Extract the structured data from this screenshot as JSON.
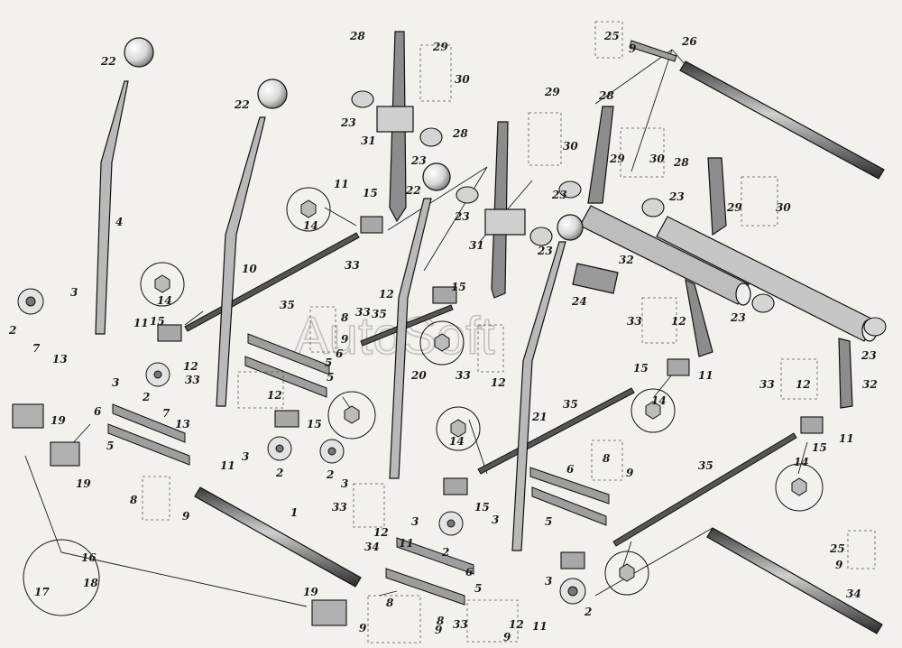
{
  "watermark": "AutoSoft",
  "colors": {
    "ink": "#1b1b1b",
    "paper": "#f2f1ed",
    "shade": "#6a6a6a"
  },
  "callouts": [
    {
      "id": "c22a",
      "text": "22"
    },
    {
      "id": "c22b",
      "text": "22"
    },
    {
      "id": "c22c",
      "text": "22"
    },
    {
      "id": "c28a",
      "text": "28"
    },
    {
      "id": "c28b",
      "text": "28"
    },
    {
      "id": "c28c",
      "text": "28"
    },
    {
      "id": "c28d",
      "text": "28"
    },
    {
      "id": "c29a",
      "text": "29"
    },
    {
      "id": "c29b",
      "text": "29"
    },
    {
      "id": "c29c",
      "text": "29"
    },
    {
      "id": "c29d",
      "text": "29"
    },
    {
      "id": "c30a",
      "text": "30"
    },
    {
      "id": "c30b",
      "text": "30"
    },
    {
      "id": "c30c",
      "text": "30"
    },
    {
      "id": "c30d",
      "text": "30"
    },
    {
      "id": "c25a",
      "text": "25"
    },
    {
      "id": "c9a",
      "text": "9"
    },
    {
      "id": "c26",
      "text": "26"
    },
    {
      "id": "c23a",
      "text": "23"
    },
    {
      "id": "c23b",
      "text": "23"
    },
    {
      "id": "c23c",
      "text": "23"
    },
    {
      "id": "c23d",
      "text": "23"
    },
    {
      "id": "c23e",
      "text": "23"
    },
    {
      "id": "c23f",
      "text": "23"
    },
    {
      "id": "c23g",
      "text": "23"
    },
    {
      "id": "c23h",
      "text": "23"
    },
    {
      "id": "c31a",
      "text": "31"
    },
    {
      "id": "c31b",
      "text": "31"
    },
    {
      "id": "c32a",
      "text": "32"
    },
    {
      "id": "c32b",
      "text": "32"
    },
    {
      "id": "c4",
      "text": "4"
    },
    {
      "id": "c10",
      "text": "10"
    },
    {
      "id": "c20",
      "text": "20"
    },
    {
      "id": "c21",
      "text": "21"
    },
    {
      "id": "c11a",
      "text": "11"
    },
    {
      "id": "c11b",
      "text": "11"
    },
    {
      "id": "c11c",
      "text": "11"
    },
    {
      "id": "c11d",
      "text": "11"
    },
    {
      "id": "c11e",
      "text": "11"
    },
    {
      "id": "c11f",
      "text": "11"
    },
    {
      "id": "c11g",
      "text": "11"
    },
    {
      "id": "c15a",
      "text": "15"
    },
    {
      "id": "c15b",
      "text": "15"
    },
    {
      "id": "c15c",
      "text": "15"
    },
    {
      "id": "c15d",
      "text": "15"
    },
    {
      "id": "c15e",
      "text": "15"
    },
    {
      "id": "c15f",
      "text": "15"
    },
    {
      "id": "c15g",
      "text": "15"
    },
    {
      "id": "c14a",
      "text": "14"
    },
    {
      "id": "c14b",
      "text": "14"
    },
    {
      "id": "c14c",
      "text": "14"
    },
    {
      "id": "c14d",
      "text": "14"
    },
    {
      "id": "c14e",
      "text": "14"
    },
    {
      "id": "c33a",
      "text": "33"
    },
    {
      "id": "c33b",
      "text": "33"
    },
    {
      "id": "c33c",
      "text": "33"
    },
    {
      "id": "c33d",
      "text": "33"
    },
    {
      "id": "c33e",
      "text": "33"
    },
    {
      "id": "c33f",
      "text": "33"
    },
    {
      "id": "c33g",
      "text": "33"
    },
    {
      "id": "c33h",
      "text": "33"
    },
    {
      "id": "c12a",
      "text": "12"
    },
    {
      "id": "c12b",
      "text": "12"
    },
    {
      "id": "c12c",
      "text": "12"
    },
    {
      "id": "c12d",
      "text": "12"
    },
    {
      "id": "c12e",
      "text": "12"
    },
    {
      "id": "c12f",
      "text": "12"
    },
    {
      "id": "c12g",
      "text": "12"
    },
    {
      "id": "c12h",
      "text": "12"
    },
    {
      "id": "c35a",
      "text": "35"
    },
    {
      "id": "c35b",
      "text": "35"
    },
    {
      "id": "c35c",
      "text": "35"
    },
    {
      "id": "c35d",
      "text": "35"
    },
    {
      "id": "c24",
      "text": "24"
    },
    {
      "id": "c2a",
      "text": "2"
    },
    {
      "id": "c2b",
      "text": "2"
    },
    {
      "id": "c2c",
      "text": "2"
    },
    {
      "id": "c2d",
      "text": "2"
    },
    {
      "id": "c2e",
      "text": "2"
    },
    {
      "id": "c2f",
      "text": "2"
    },
    {
      "id": "c3a",
      "text": "3"
    },
    {
      "id": "c3b",
      "text": "3"
    },
    {
      "id": "c3c",
      "text": "3"
    },
    {
      "id": "c3d",
      "text": "3"
    },
    {
      "id": "c3e",
      "text": "3"
    },
    {
      "id": "c3f",
      "text": "3"
    },
    {
      "id": "c3g",
      "text": "3"
    },
    {
      "id": "c7a",
      "text": "7"
    },
    {
      "id": "c7b",
      "text": "7"
    },
    {
      "id": "c13a",
      "text": "13"
    },
    {
      "id": "c13b",
      "text": "13"
    },
    {
      "id": "c8a",
      "text": "8"
    },
    {
      "id": "c9b",
      "text": "9"
    },
    {
      "id": "c8b",
      "text": "8"
    },
    {
      "id": "c9c",
      "text": "9"
    },
    {
      "id": "c8c",
      "text": "8"
    },
    {
      "id": "c9d",
      "text": "9"
    },
    {
      "id": "c8d",
      "text": "8"
    },
    {
      "id": "c9e",
      "text": "9"
    },
    {
      "id": "c8e",
      "text": "8"
    },
    {
      "id": "c9f",
      "text": "9"
    },
    {
      "id": "c9g",
      "text": "9"
    },
    {
      "id": "c6a",
      "text": "6"
    },
    {
      "id": "c5a",
      "text": "5"
    },
    {
      "id": "c6b",
      "text": "6"
    },
    {
      "id": "c5b",
      "text": "5"
    },
    {
      "id": "c6c",
      "text": "6"
    },
    {
      "id": "c5c",
      "text": "5"
    },
    {
      "id": "c6d",
      "text": "6"
    },
    {
      "id": "c5d",
      "text": "5"
    },
    {
      "id": "c5e",
      "text": "5"
    },
    {
      "id": "c19a",
      "text": "19"
    },
    {
      "id": "c19b",
      "text": "19"
    },
    {
      "id": "c19c",
      "text": "19"
    },
    {
      "id": "c16",
      "text": "16"
    },
    {
      "id": "c17",
      "text": "17"
    },
    {
      "id": "c18",
      "text": "18"
    },
    {
      "id": "c1",
      "text": "1"
    },
    {
      "id": "c34a",
      "text": "34"
    },
    {
      "id": "c34b",
      "text": "34"
    },
    {
      "id": "c25b",
      "text": "25"
    },
    {
      "id": "c9h",
      "text": "9"
    }
  ]
}
